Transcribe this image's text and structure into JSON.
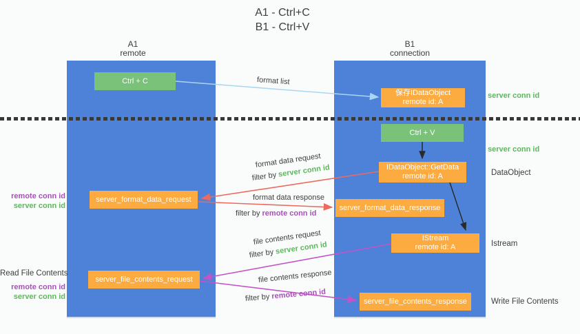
{
  "title": {
    "line1": "A1 - Ctrl+C",
    "line2": "B1 - Ctrl+V"
  },
  "lanes": {
    "a1": {
      "name": "A1",
      "subtitle": "remote"
    },
    "b1": {
      "name": "B1",
      "subtitle": "connection"
    }
  },
  "nodes": {
    "ctrl_c": {
      "label": "Ctrl + C"
    },
    "save_dataobject": {
      "line1": "保存IDataObject",
      "line2": "remote id: A"
    },
    "ctrl_v": {
      "label": "Ctrl + V"
    },
    "getdata": {
      "line1": "IDataObject::GetData",
      "line2": "remote id: A"
    },
    "format_request": {
      "label": "server_format_data_request"
    },
    "format_response": {
      "label": "server_format_data_response"
    },
    "istream": {
      "line1": "IStream",
      "line2": "remote id: A"
    },
    "file_request": {
      "label": "server_file_contents_request"
    },
    "file_response": {
      "label": "server_file_contents_response"
    }
  },
  "arrow_labels": {
    "format_list": "format list",
    "format_data_request": "format data request",
    "filter_req1_prefix": "filter by ",
    "filter_req1_key": "server conn id",
    "format_data_response": "format data response",
    "filter_resp1_prefix": "filter by ",
    "filter_resp1_key": "remote conn id",
    "file_contents_request": "file contents request",
    "filter_req2_prefix": "filter by ",
    "filter_req2_key": "server conn id",
    "file_contents_response": "file contents response",
    "filter_resp2_prefix": "filter by ",
    "filter_resp2_key": "remote conn id"
  },
  "side_labels": {
    "server_conn_id_top": "server conn id",
    "server_conn_id_mid": "server conn id",
    "dataobject": "DataObject",
    "istream": "Istream",
    "write_file_contents": "Write File Contents",
    "read_file_contents": "Read File Contents",
    "group1_remote": "remote conn id",
    "group1_server": "server conn id",
    "group2_remote": "remote conn id",
    "group2_server": "server conn id"
  },
  "colors": {
    "lane_blue": "#4d82d8",
    "node_green": "#7ac17a",
    "node_orange": "#fcab40",
    "arrow_red": "#ec6a5e",
    "arrow_magenta": "#c254c8",
    "arrow_lightblue": "#a9d7f2",
    "arrow_black": "#2a2a2a",
    "text_green": "#5cb85c",
    "text_purple": "#a94fbb",
    "text_dark": "#3d3d3d",
    "background": "#fafbfb"
  }
}
